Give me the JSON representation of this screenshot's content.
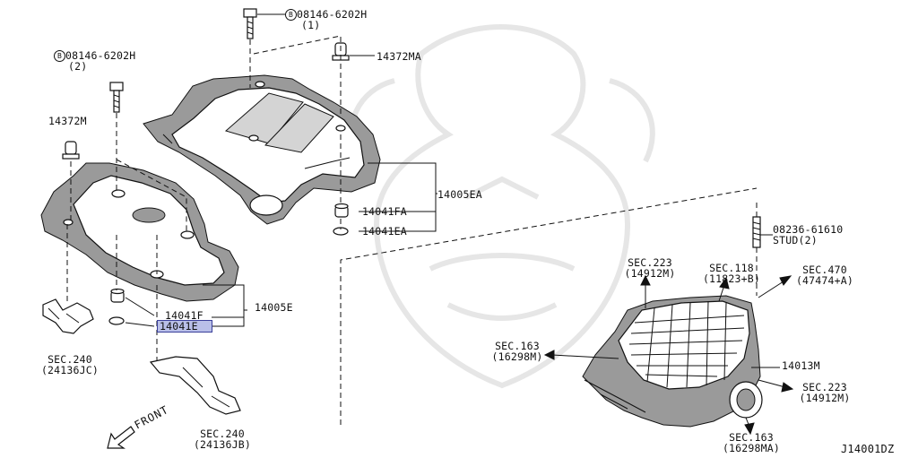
{
  "diagram": {
    "labels": {
      "bolt_b_upper": "08146-6202H",
      "bolt_b_upper_qty": "(1)",
      "bolt_b_left": "08146-6202H",
      "bolt_b_left_qty": "(2)",
      "b_marker": "B",
      "grommet_right": "14372MA",
      "grommet_left": "14372M",
      "cover_upper": "14005EA",
      "insulator_fa": "14041FA",
      "insulator_ea": "14041EA",
      "cover_lower": "14005E",
      "insulator_f": "14041F",
      "insulator_e": "14041E",
      "stud_part": "08236-61610",
      "stud_qty": "STUD(2)",
      "sec223_top": "SEC.223",
      "sec223_top_ref": "(14912M)",
      "sec118": "SEC.118",
      "sec118_ref": "(11823+B)",
      "sec470": "SEC.470",
      "sec470_ref": "(47474+A)",
      "sec163_left": "SEC.163",
      "sec163_left_ref": "(16298M)",
      "manifold": "14013M",
      "sec223_right": "SEC.223",
      "sec223_right_ref": "(14912M)",
      "sec163_bottom": "SEC.163",
      "sec163_bottom_ref": "(16298MA)",
      "sec240_left": "SEC.240",
      "sec240_left_ref": "(24136JC)",
      "sec240_bottom": "SEC.240",
      "sec240_bottom_ref": "(24136JB)",
      "front": "FRONT",
      "diagram_code": "J14001DZ"
    },
    "highlight_color": "#b9bfe8"
  }
}
